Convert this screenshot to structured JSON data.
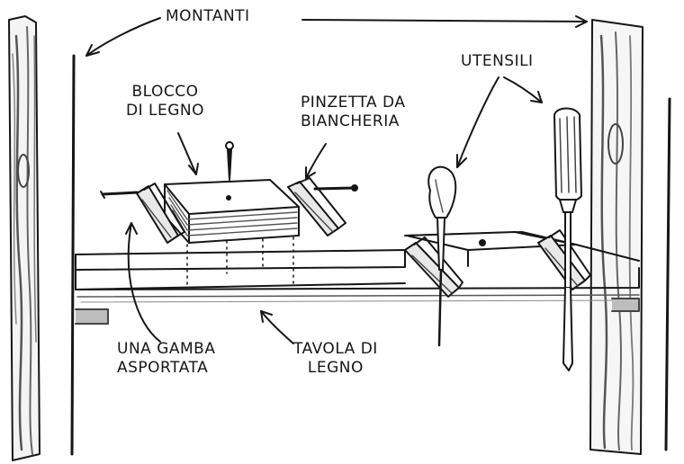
{
  "labels": {
    "uprights": "MONTANTI",
    "tools": "UTENSILI",
    "wood_block": "BLOCCO\nDI LEGNO",
    "clothespin": "PINZETTA DA\nBIANCHERIA",
    "leg_removed": "UNA GAMBA\nASPORTATA",
    "wood_board": "TAVOLA DI\nLEGNO"
  },
  "colors": {
    "ink": "#161616",
    "paper": "#ffffff",
    "wood_shade": "#8a8a8a"
  }
}
